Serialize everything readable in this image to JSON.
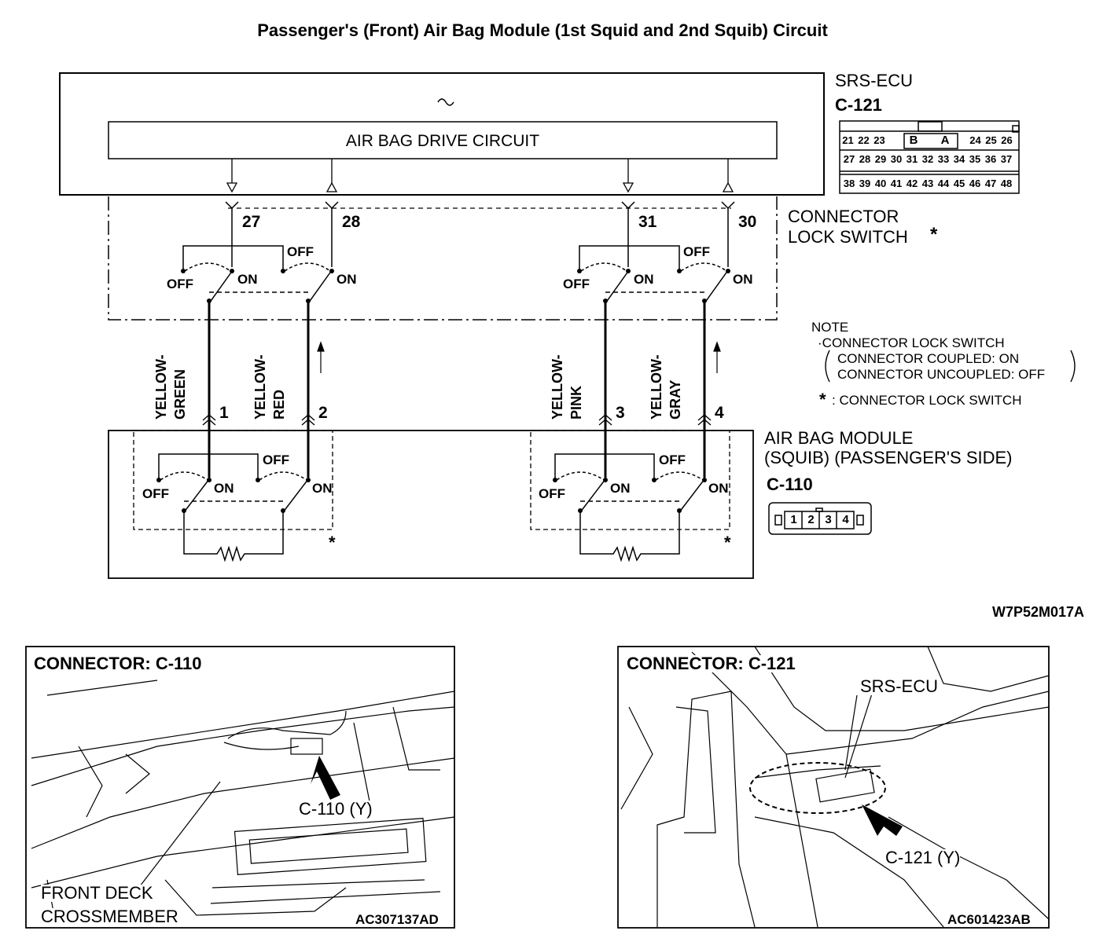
{
  "title": "Passenger's (Front) Air Bag Module (1st Squid and 2nd Squib) Circuit",
  "ecu": {
    "name": "SRS-ECU",
    "connector": "C-121",
    "drive_circuit": "AIR BAG DRIVE CIRCUIT",
    "pin_rows": [
      [
        "21",
        "22",
        "23",
        "B",
        "A",
        "24",
        "25",
        "26"
      ],
      [
        "27",
        "28",
        "29",
        "30",
        "31",
        "32",
        "33",
        "34",
        "35",
        "36",
        "37"
      ],
      [
        "38",
        "39",
        "40",
        "41",
        "42",
        "43",
        "44",
        "45",
        "46",
        "47",
        "48"
      ]
    ]
  },
  "lock_switch": {
    "label_line1": "CONNECTOR",
    "label_line2": "LOCK SWITCH",
    "star": "*",
    "off": "OFF",
    "on": "ON"
  },
  "ecu_pins": [
    "27",
    "28",
    "31",
    "30"
  ],
  "wires": [
    {
      "color_line1": "YELLOW-",
      "color_line2": "GREEN",
      "pin": "1"
    },
    {
      "color_line1": "YELLOW-",
      "color_line2": "RED",
      "pin": "2"
    },
    {
      "color_line1": "YELLOW-",
      "color_line2": "PINK",
      "pin": "3"
    },
    {
      "color_line1": "YELLOW-",
      "color_line2": "GRAY",
      "pin": "4"
    }
  ],
  "note": {
    "heading": "NOTE",
    "line1": "·CONNECTOR LOCK SWITCH",
    "line2": "CONNECTOR COUPLED: ON",
    "line3": "CONNECTOR UNCOUPLED: OFF",
    "line4": ": CONNECTOR LOCK SWITCH",
    "star": "*"
  },
  "module": {
    "line1": "AIR BAG MODULE",
    "line2": "(SQUIB) (PASSENGER'S SIDE)",
    "connector": "C-110",
    "pins": [
      "1",
      "2",
      "3",
      "4"
    ],
    "star": "*"
  },
  "diagram_code": "W7P52M017A",
  "photo_left": {
    "title": "CONNECTOR: C-110",
    "callout": "C-110 (Y)",
    "label_line1": "FRONT DECK",
    "label_line2": "CROSSMEMBER",
    "code": "AC307137AD"
  },
  "photo_right": {
    "title": "CONNECTOR: C-121",
    "callout_ecu": "SRS-ECU",
    "callout": "C-121 (Y)",
    "code": "AC601423AB"
  }
}
